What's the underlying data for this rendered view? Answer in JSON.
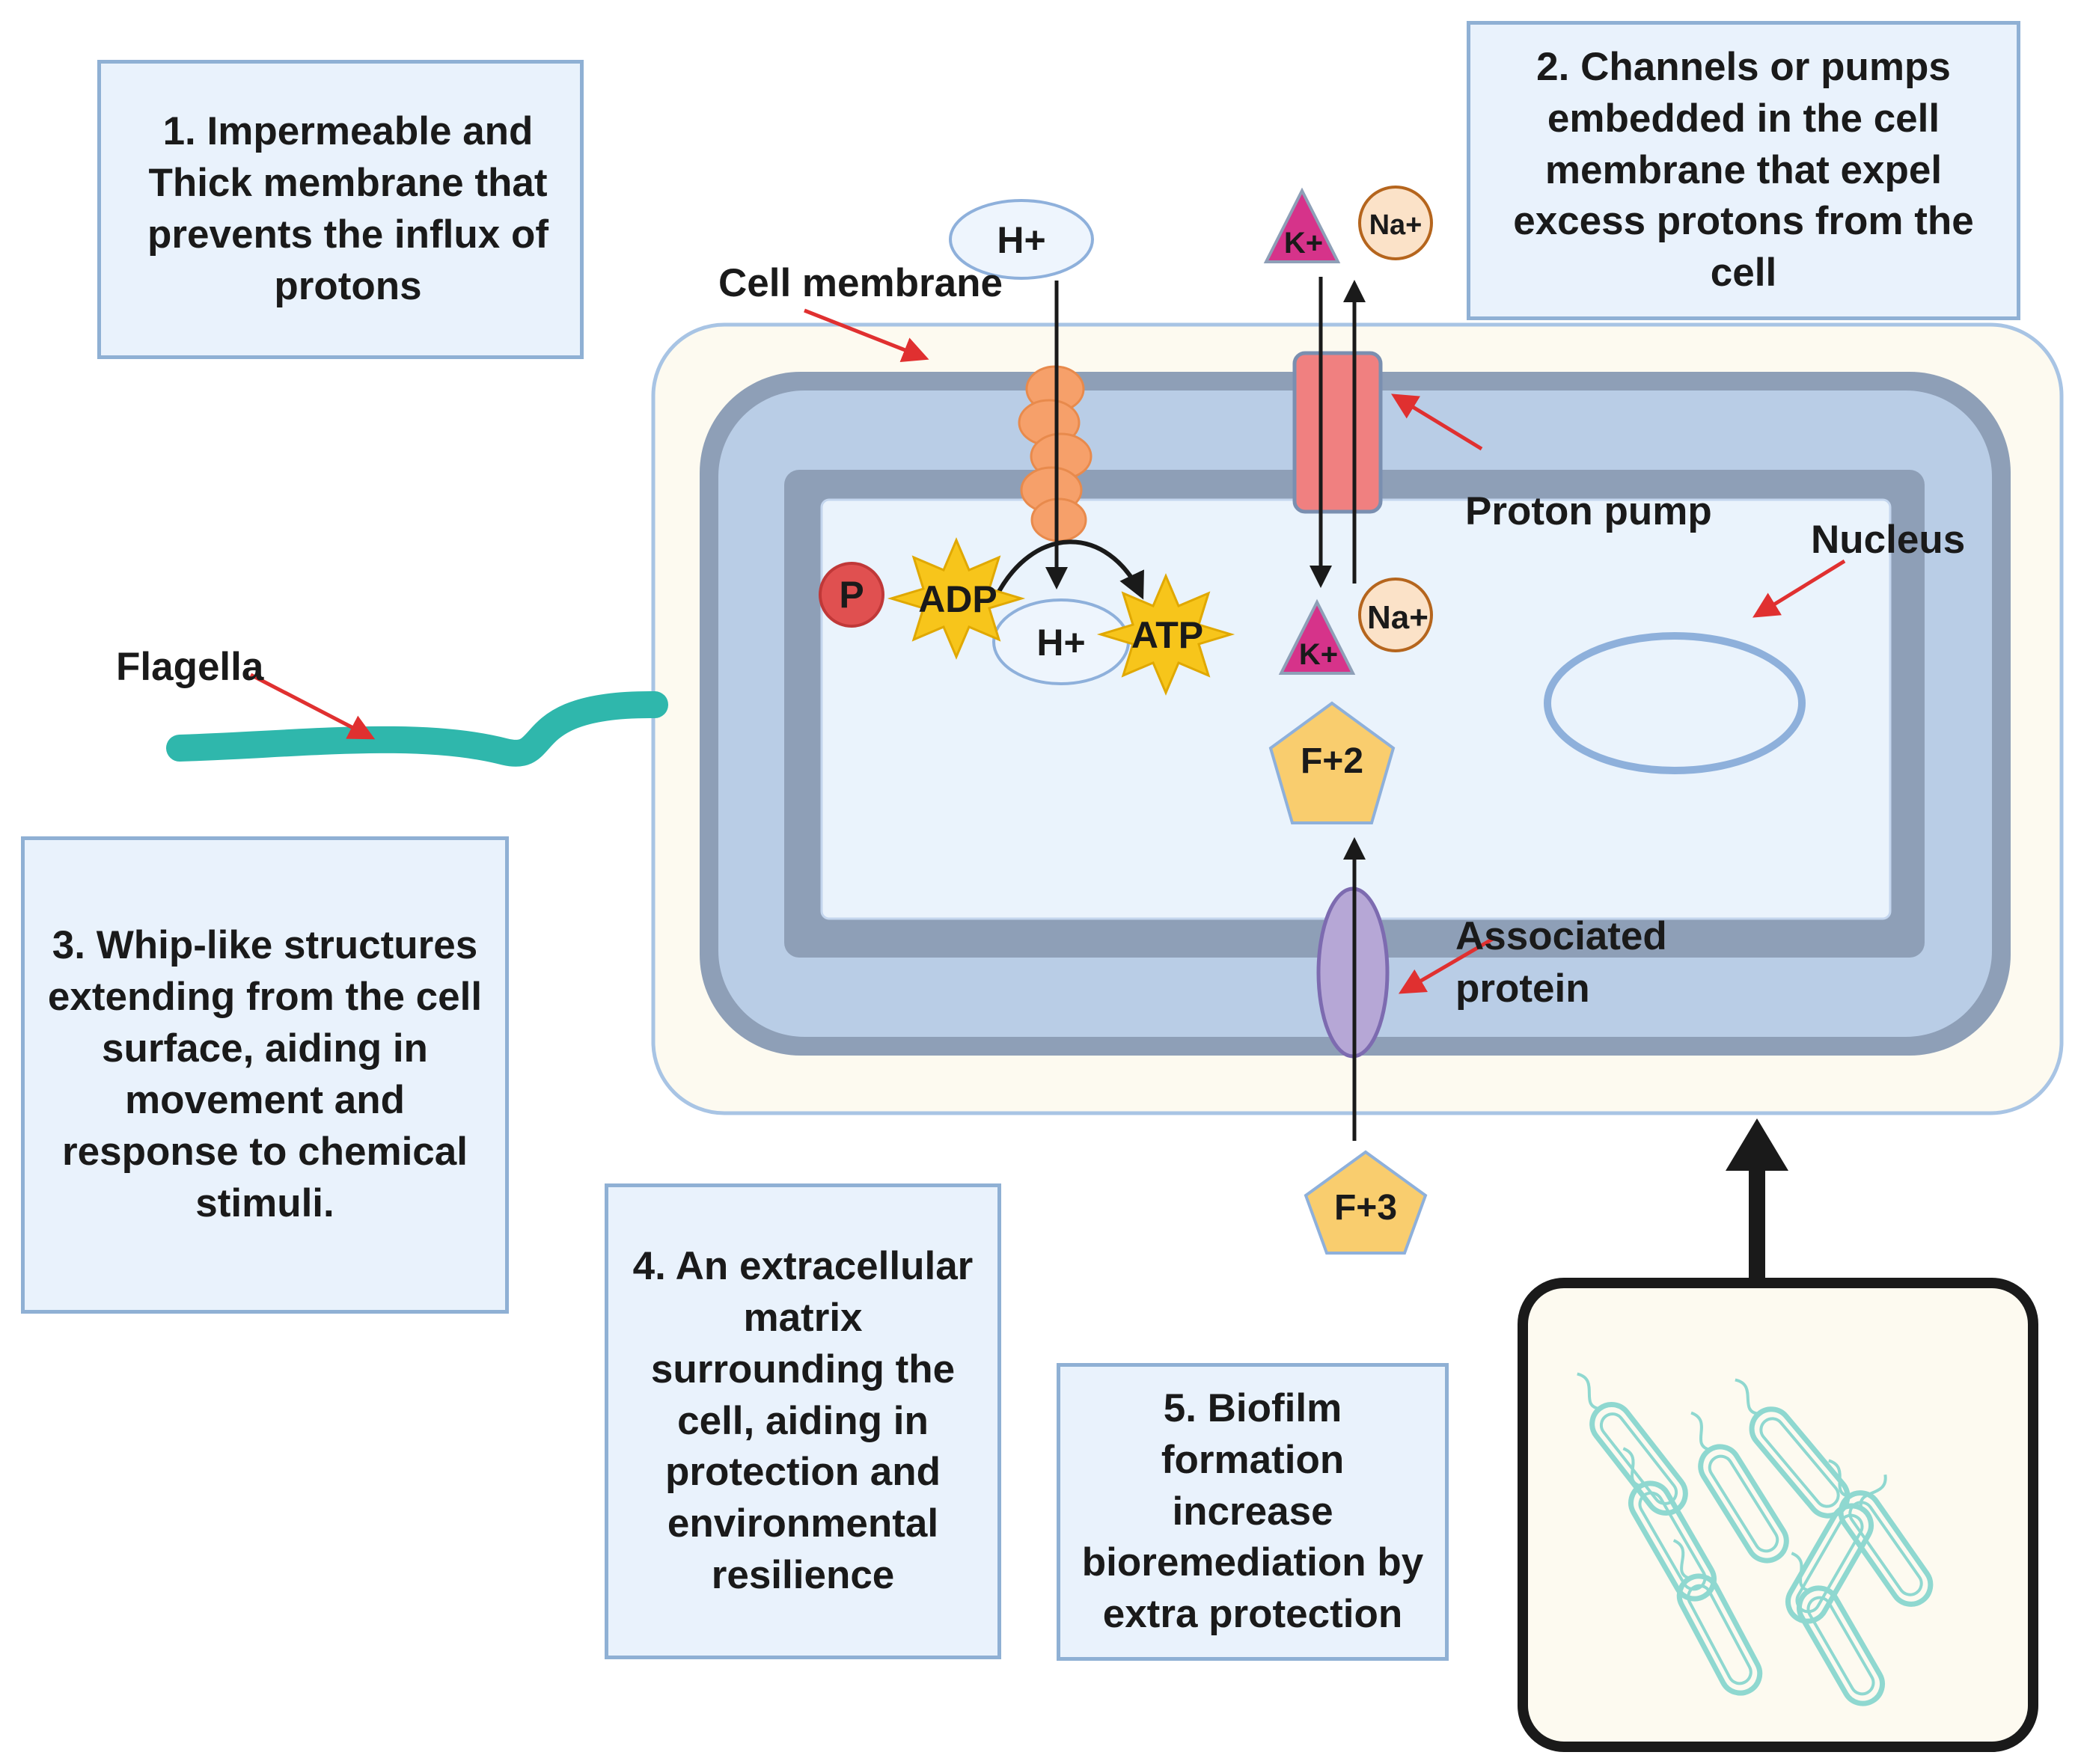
{
  "callouts": {
    "box1": "1.  Impermeable and Thick membrane that prevents the influx of protons",
    "box2": "2. Channels or pumps embedded in the cell membrane that expel excess protons from the cell",
    "box3": "3. Whip-like structures extending from the cell surface, aiding in movement and response to chemical stimuli.",
    "box4": "4. An extracellular matrix surrounding the cell, aiding in protection and environmental resilience",
    "box5": "5. Biofilm formation increase bioremediation by extra protection"
  },
  "labels": {
    "cell_membrane": "Cell membrane",
    "proton_pump": "Proton pump",
    "nucleus": "Nucleus",
    "flagella": "Flagella",
    "associated_protein_line1": "Associated",
    "associated_protein_line2": "protein"
  },
  "molecules": {
    "h_plus_top": "H+",
    "h_plus_inner": "H+",
    "phosphate": "P",
    "adp": "ADP",
    "atp": "ATP",
    "k_plus_top": "K+",
    "na_plus_top": "Na+",
    "k_plus_inner": "K+",
    "na_plus_inner": "Na+",
    "fe2": "F+2",
    "fe3": "F+3"
  },
  "colors": {
    "callout_fill": "#e9f2fc",
    "callout_border": "#8fb0d4",
    "outer_capsule": "#fdfaf0",
    "wall_outer": "#8e9fb7",
    "wall_mid": "#b9cde6",
    "cytoplasm": "#eaf3fc",
    "flagella": "#2fb7ac",
    "pointer_arrow": "#e03030",
    "proton_pump": "#f08080",
    "h_channel": "#f6a06a",
    "associated_protein": "#b6a7d6",
    "phosphate": "#e05050",
    "star": "#f7c51b",
    "k_triangle": "#d6338a",
    "na_circle": "#fbe2c8",
    "iron_pentagon": "#f9cd6e",
    "biofilm_cell": "#8fd8d0"
  },
  "icons": {
    "biofilm_inset": "bacteria-cluster-icon"
  }
}
